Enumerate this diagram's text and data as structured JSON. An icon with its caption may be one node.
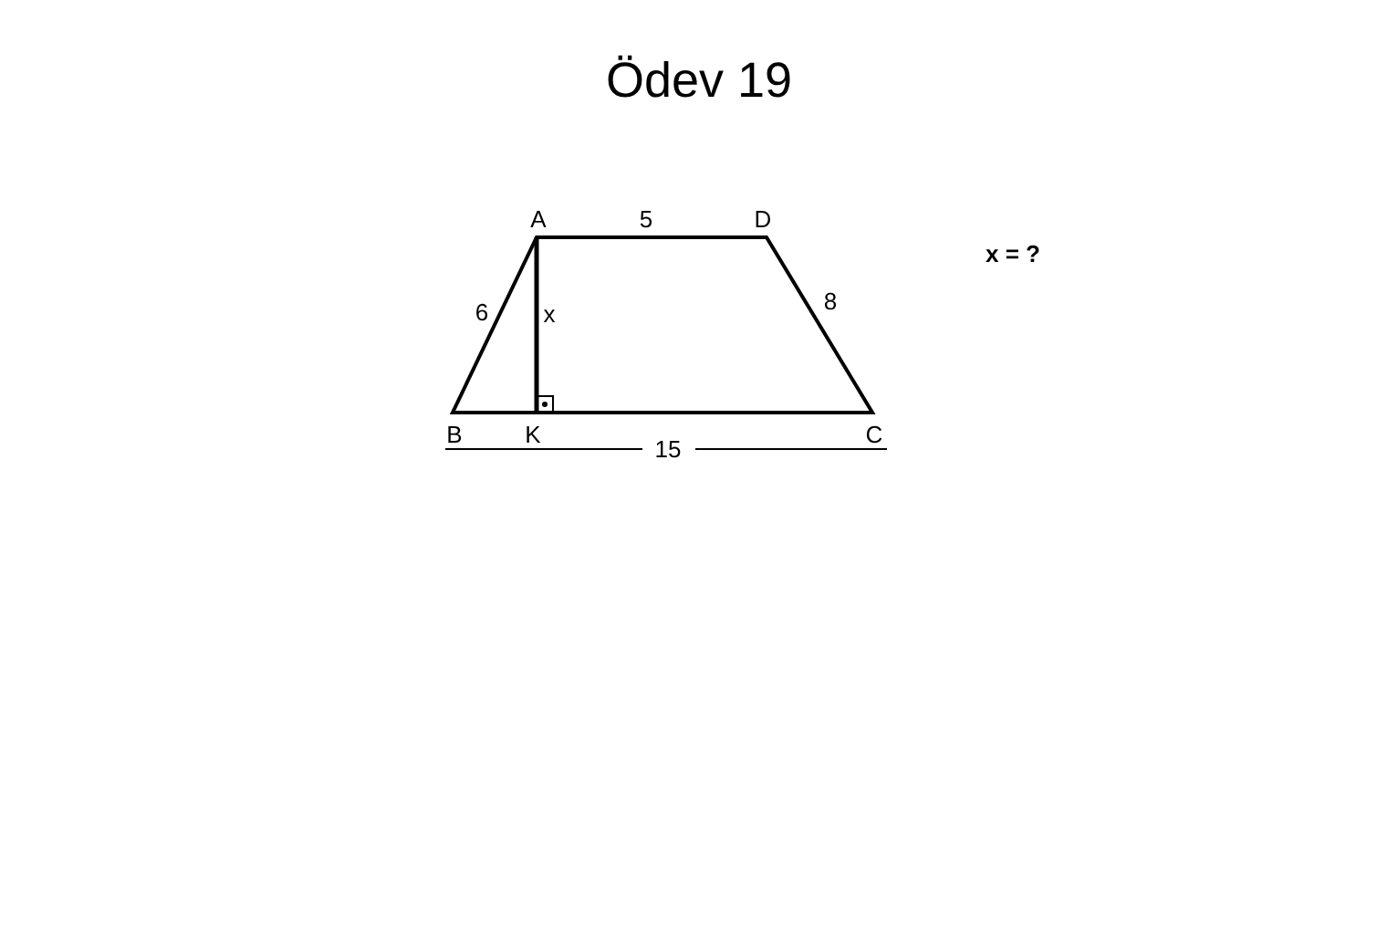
{
  "diagram": {
    "title": "Ödev 19",
    "labels": [
      "A",
      "5",
      "D",
      "x = ?",
      "6",
      "x",
      "8",
      "B",
      "K",
      "C",
      "15"
    ]
  }
}
